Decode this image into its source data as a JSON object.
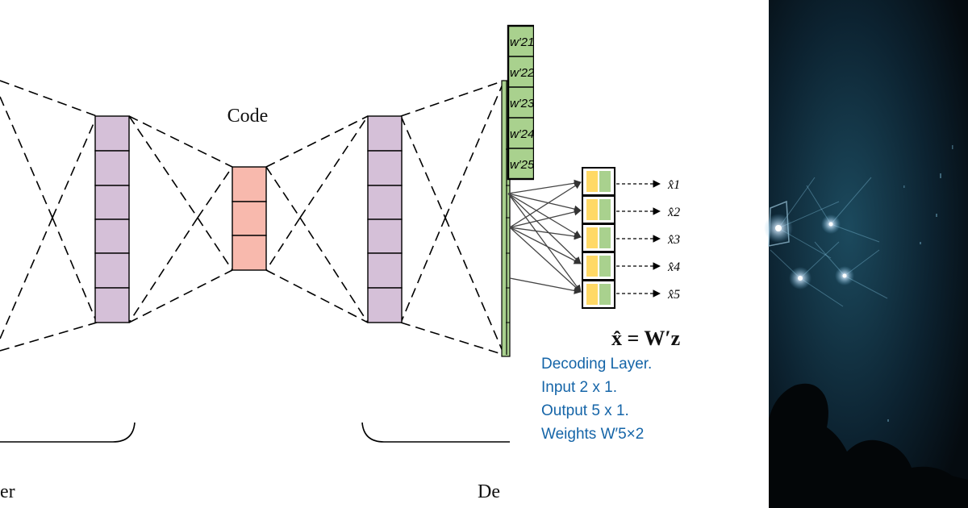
{
  "diagram": {
    "code_label": "Code",
    "encoder_label_fragment": "er",
    "decoder_label_fragment": "De",
    "weight_labels": [
      "w′21",
      "w′22",
      "w′23",
      "w′24",
      "w′25"
    ],
    "outputs": [
      "x̂1",
      "x̂2",
      "x̂3",
      "x̂4",
      "x̂5"
    ],
    "equation": "x̂ = W′z",
    "description": {
      "line1": "Decoding Layer.",
      "line2": "Input 2 x 1.",
      "line3": "Output 5 x 1.",
      "line4": "Weights W′5×2"
    }
  },
  "colors": {
    "hidden_layer": "#d5c0d8",
    "code_layer": "#f8b9ad",
    "weights": "#a9d18e",
    "neuron_yellow": "#ffd966",
    "neuron_green": "#a9d18e",
    "description_text": "#1565a8",
    "photo_background": "#08141b"
  }
}
